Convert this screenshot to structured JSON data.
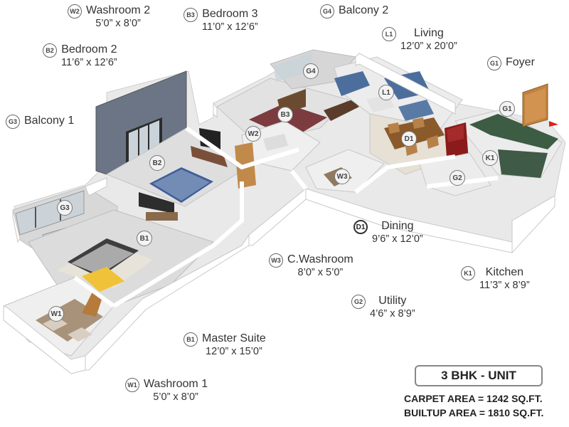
{
  "rooms": {
    "washroom2": {
      "code": "W2",
      "name": "Washroom 2",
      "size": "5’0” x 8’0”"
    },
    "bedroom3": {
      "code": "B3",
      "name": "Bedroom 3",
      "size": "11’0” x 12’6”"
    },
    "balcony2": {
      "code": "G4",
      "name": "Balcony 2"
    },
    "living": {
      "code": "L1",
      "name": "Living",
      "size": "12’0” x 20’0”"
    },
    "bedroom2": {
      "code": "B2",
      "name": "Bedroom 2",
      "size": "11’6” x 12’6”"
    },
    "foyer": {
      "code": "G1",
      "name": "Foyer"
    },
    "balcony1": {
      "code": "G3",
      "name": "Balcony 1"
    },
    "dining": {
      "code": "D1",
      "name": "Dining",
      "size": "9’6” x 12’0”"
    },
    "cwashroom": {
      "code": "W3",
      "name": "C.Washroom",
      "size": "8’0” x 5’0”"
    },
    "kitchen": {
      "code": "K1",
      "name": "Kitchen",
      "size": "11’3” x 8’9”"
    },
    "utility": {
      "code": "G2",
      "name": "Utility",
      "size": "4’6” x 8’9”"
    },
    "master": {
      "code": "B1",
      "name": "Master Suite",
      "size": "12’0” x 15’0”"
    },
    "washroom1": {
      "code": "W1",
      "name": "Washroom 1",
      "size": "5’0” x 8’0”"
    }
  },
  "unit_type": "3 BHK - UNIT",
  "carpet_area": "CARPET AREA = 1242 SQ.FT.",
  "builtup_area": "BUILTUP AREA = 1810 SQ.FT.",
  "colors": {
    "wall": "#ffffff",
    "wall_shadow": "#d9d9d9",
    "floor_wood": "#b07a4a",
    "floor_tile": "#e8e4dc",
    "accent_wall": "#6a7585",
    "bed_red": "#7a3b3b",
    "sofa_blue": "#4b6e9c",
    "fridge_red": "#8b1a1a",
    "kitchen_green": "#3c5c44"
  }
}
